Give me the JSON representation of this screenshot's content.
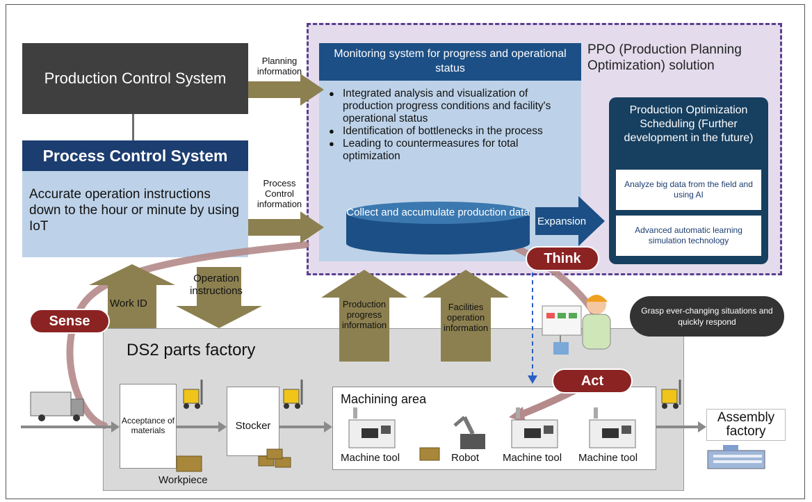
{
  "ppo": {
    "title": "PPO (Production Planning Optimization) solution"
  },
  "production_control": {
    "title": "Production Control System"
  },
  "process_control": {
    "title": "Process Control System",
    "body": "Accurate operation instructions down to the hour or minute by using IoT"
  },
  "flows": {
    "planning": "Planning information",
    "process_control": "Process Control information",
    "work_id": "Work ID",
    "operation_instructions": "Operation instructions",
    "production_progress": "Production progress information",
    "facilities_operation": "Facilities operation information",
    "expansion": "Expansion"
  },
  "monitoring": {
    "title": "Monitoring system for progress and operational status",
    "bullets": [
      "Integrated analysis and visualization of production progress conditions and facility's operational status",
      "Identification of bottlenecks in the process",
      "Leading to countermeasures for total optimization"
    ],
    "database": "Collect and accumulate production data"
  },
  "optimization": {
    "title": "Production Optimization Scheduling (Further development in the future)",
    "items": [
      "Analyze big data  from the field and using AI",
      "Advanced automatic learning simulation technology"
    ]
  },
  "cycle": {
    "sense": "Sense",
    "think": "Think",
    "act": "Act"
  },
  "speech": "Grasp ever-changing situations and quickly respond",
  "factory": {
    "title": "DS2 parts factory",
    "acceptance": "Acceptance of materials",
    "stocker": "Stocker",
    "workpiece": "Workpiece",
    "machining_area": "Machining area",
    "machine_tool_1": "Machine tool",
    "robot": "Robot",
    "machine_tool_2": "Machine tool",
    "machine_tool_3": "Machine tool"
  },
  "assembly": "Assembly factory",
  "colors": {
    "navy": "#1c3d70",
    "light_blue": "#bdd2e8",
    "olive_arrow": "#8c8050",
    "maroon": "#8b2323",
    "purple_dash": "#5b3f8f",
    "dark_gray": "#3f3f3f"
  }
}
